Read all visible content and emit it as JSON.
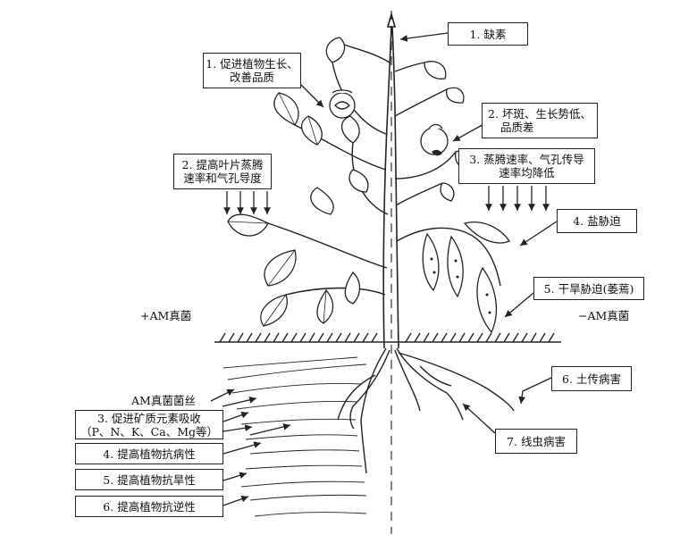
{
  "plus_am": {
    "text": "+AM真菌"
  },
  "minus_am": {
    "text": "−AM真菌"
  },
  "hyphae_label": "AM真菌菌丝",
  "left_labels": {
    "l1": {
      "line1": "1. 促进植物生长、",
      "line2": "改善品质"
    },
    "l2": {
      "line1": "2. 提高叶片蒸腾",
      "line2": "速率和气孔导度"
    },
    "l3": {
      "line1": "3. 促进矿质元素吸收",
      "line2": "（P、N、K、Ca、Mg等）"
    },
    "l4": "4. 提高植物抗病性",
    "l5": "5. 提高植物抗旱性",
    "l6": "6. 提高植物抗逆性"
  },
  "right_labels": {
    "r1": "1. 缺素",
    "r2": {
      "line1": "2. 坏斑、生长势低、",
      "line2": "品质差"
    },
    "r3": {
      "line1": "3. 蒸腾速率、气孔传导",
      "line2": "速率均降低"
    },
    "r4": "4. 盐胁迫",
    "r5": "5. 干旱胁迫(萎蔫)",
    "r6": "6. 土传病害",
    "r7": "7. 线虫病害"
  },
  "colors": {
    "line": "#222222",
    "background": "#ffffff"
  }
}
